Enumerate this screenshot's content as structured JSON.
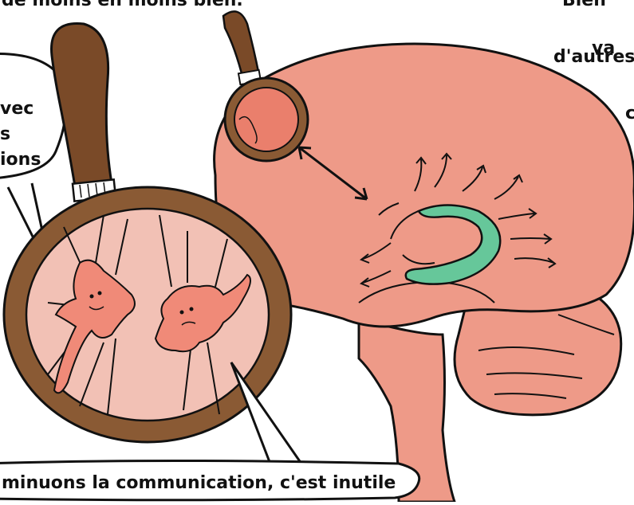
{
  "texts": {
    "top_left": "de moins en moins bien.",
    "top_right_1": "Bien",
    "top_right_2": "va",
    "top_right_3": "d'autres",
    "top_right_4": "c",
    "left_1": "vec",
    "left_2": "s",
    "left_3": "ions",
    "bottom": "minuons la communication, c'est inutile"
  },
  "colors": {
    "brain": "#ee9a88",
    "hippocampus": "#66c79a",
    "lens_rim": "#8a5a34",
    "handle": "#7a4a28",
    "neuron": "#f08a78",
    "lens_inner": "#f2c1b5",
    "ink": "#111111"
  }
}
